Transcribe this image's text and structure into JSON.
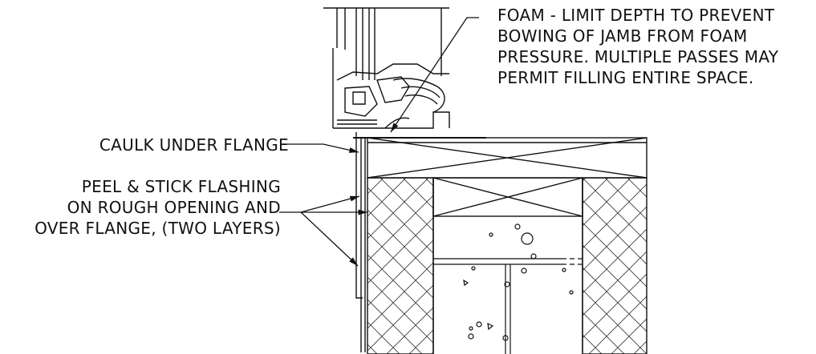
{
  "notes": {
    "foam": {
      "lines": [
        "FOAM - LIMIT DEPTH TO PREVENT",
        "BOWING OF JAMB FROM FOAM",
        "PRESSURE. MULTIPLE PASSES MAY",
        "PERMIT FILLING ENTIRE SPACE."
      ]
    },
    "caulk": {
      "text": "CAULK UNDER FLANGE"
    },
    "flashing": {
      "lines": [
        "PEEL & STICK FLASHING",
        "ON ROUGH OPENING AND",
        "OVER FLANGE, (TWO LAYERS)"
      ]
    }
  },
  "colors": {
    "line": "#111111",
    "background": "#ffffff"
  }
}
